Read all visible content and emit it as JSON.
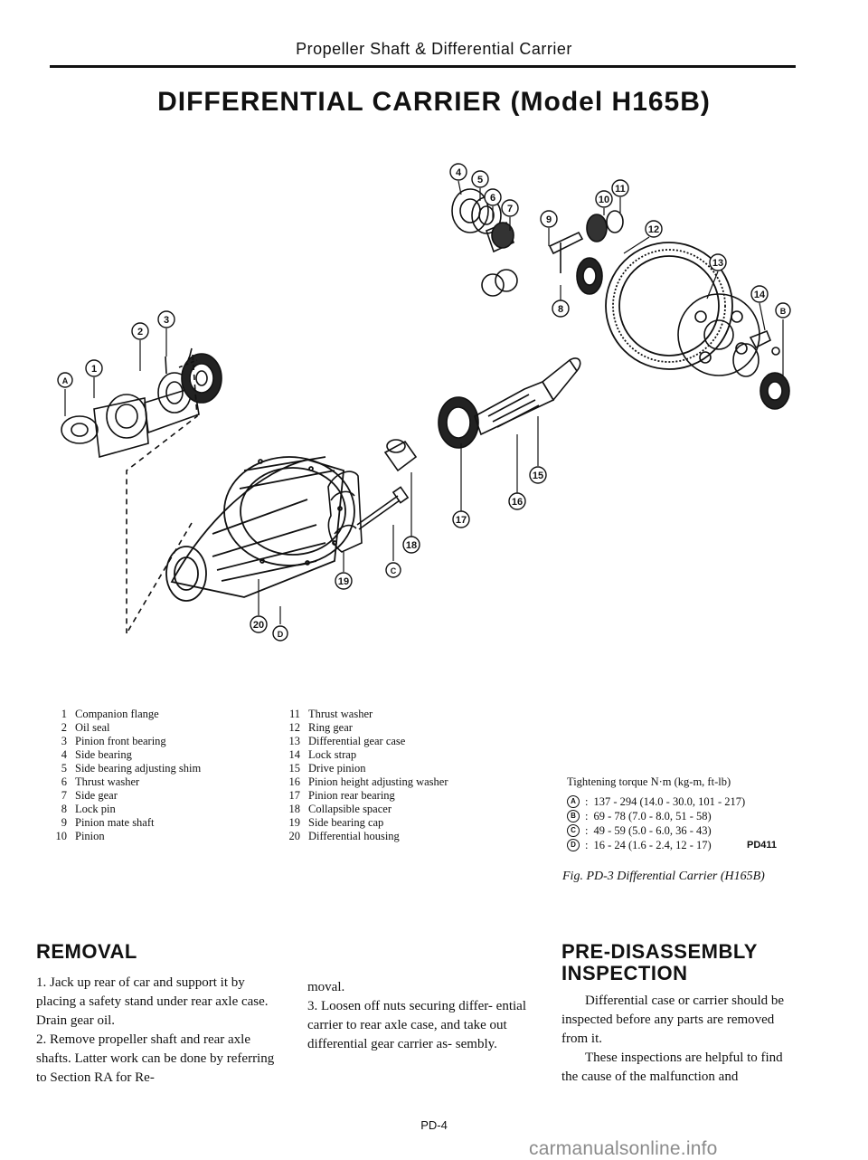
{
  "header": {
    "running_title": "Propeller Shaft & Differential Carrier"
  },
  "main_title": "DIFFERENTIAL CARRIER (Model H165B)",
  "diagram": {
    "part_callouts": [
      "1",
      "2",
      "3",
      "4",
      "5",
      "6",
      "7",
      "8",
      "9",
      "10",
      "11",
      "12",
      "13",
      "14",
      "15",
      "16",
      "17",
      "18",
      "19",
      "20"
    ],
    "torque_callouts": [
      "A",
      "B",
      "C",
      "D"
    ]
  },
  "legend": {
    "left": [
      {
        "num": "1",
        "label": "Companion flange"
      },
      {
        "num": "2",
        "label": "Oil seal"
      },
      {
        "num": "3",
        "label": "Pinion front bearing"
      },
      {
        "num": "4",
        "label": "Side bearing"
      },
      {
        "num": "5",
        "label": "Side bearing adjusting shim"
      },
      {
        "num": "6",
        "label": "Thrust washer"
      },
      {
        "num": "7",
        "label": "Side gear"
      },
      {
        "num": "8",
        "label": "Lock pin"
      },
      {
        "num": "9",
        "label": "Pinion mate shaft"
      },
      {
        "num": "10",
        "label": "Pinion"
      }
    ],
    "right": [
      {
        "num": "11",
        "label": "Thrust washer"
      },
      {
        "num": "12",
        "label": "Ring gear"
      },
      {
        "num": "13",
        "label": "Differential gear case"
      },
      {
        "num": "14",
        "label": "Lock strap"
      },
      {
        "num": "15",
        "label": "Drive pinion"
      },
      {
        "num": "16",
        "label": "Pinion height adjusting washer"
      },
      {
        "num": "17",
        "label": "Pinion rear bearing"
      },
      {
        "num": "18",
        "label": "Collapsible spacer"
      },
      {
        "num": "19",
        "label": "Side bearing cap"
      },
      {
        "num": "20",
        "label": "Differential housing"
      }
    ]
  },
  "torque": {
    "heading": "Tightening torque N·m (kg-m, ft-lb)",
    "rows": [
      {
        "key": "A",
        "value": "137 - 294 (14.0 - 30.0, 101 - 217)"
      },
      {
        "key": "B",
        "value": "69 - 78 (7.0 - 8.0, 51 - 58)"
      },
      {
        "key": "C",
        "value": "49 - 59 (5.0 - 6.0, 36 - 43)"
      },
      {
        "key": "D",
        "value": "16 - 24 (1.6 - 2.4, 12 - 17)"
      }
    ]
  },
  "figure": {
    "code": "PD411",
    "caption": "Fig. PD-3 Differential Carrier (H165B)"
  },
  "removal": {
    "heading": "REMOVAL",
    "item1": "1.  Jack up rear of car and support it by placing a safety stand under rear axle case. Drain gear oil.",
    "item2": "2.  Remove propeller shaft and rear axle shafts. Latter work can be done by referring to Section RA for Re-",
    "item2_cont": "moval.",
    "item3": "3.  Loosen off nuts securing differ- ential carrier to rear axle case, and take out differential gear carrier as- sembly."
  },
  "pre_disassembly": {
    "heading": "PRE-DISASSEMBLY INSPECTION",
    "para1": "Differential case or carrier should be inspected before any parts are removed from it.",
    "para2": "These inspections are helpful to find the cause of the malfunction and"
  },
  "page_number": "PD-4",
  "watermark": "carmanualsonline.info"
}
